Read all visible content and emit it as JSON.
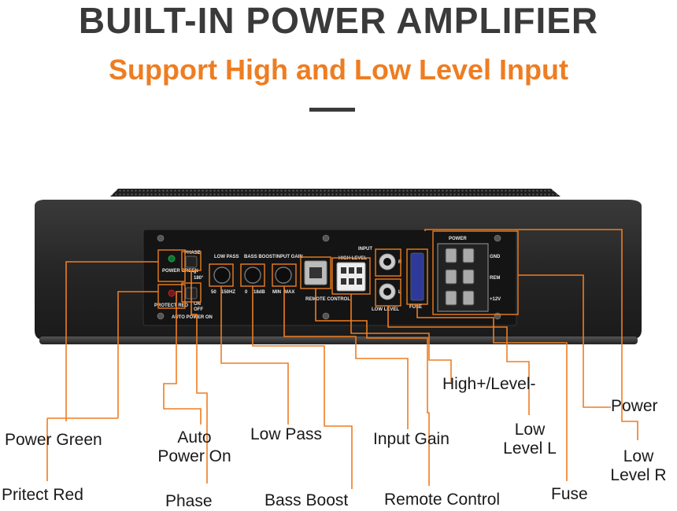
{
  "header": {
    "title": "BUILT-IN POWER AMPLIFIER",
    "subtitle": "Support High and Low Level Input"
  },
  "panel": {
    "phase": "PHASE",
    "power_green": "POWER GREEN",
    "protect_red": "PROTECT RED",
    "phase_0": "0°",
    "phase_180": "180°",
    "on": "ON",
    "off": "OFF",
    "auto_power_on": "AUTO POWER ON",
    "low_pass": "LOW PASS",
    "low_pass_min": "50",
    "low_pass_max": "150HZ",
    "bass_boost": "BASS BOOST",
    "bass_min": "0",
    "bass_max": "18dB",
    "input_gain": "INPUT GAIN",
    "gain_min": "MIN",
    "gain_max": "MAX",
    "remote_control": "REMOTE CONTROL",
    "input": "INPUT",
    "high_level": "HIGH LEVEL",
    "low_level": "LOW LEVEL",
    "r": "R",
    "l": "L",
    "fuse": "FUSE",
    "power": "POWER",
    "gnd": "GND",
    "rem": "REM",
    "plus12v": "+12V"
  },
  "labels": {
    "power_green": "Power Green",
    "pritect_red": "Pritect Red",
    "auto_power_on_1": "Auto",
    "auto_power_on_2": "Power On",
    "phase": "Phase",
    "low_pass": "Low Pass",
    "bass_boost": "Bass Boost",
    "input_gain": "Input Gain",
    "remote_control": "Remote Control",
    "high_level": "High+/Level-",
    "low_level_l_1": "Low",
    "low_level_l_2": "Level L",
    "fuse": "Fuse",
    "power": "Power",
    "low_level_r_1": "Low",
    "low_level_r_2": "Level R"
  },
  "colors": {
    "accent": "#ee7d22",
    "title": "#3a3a3a",
    "device": "#2b2b2b",
    "panel": "#141414"
  }
}
